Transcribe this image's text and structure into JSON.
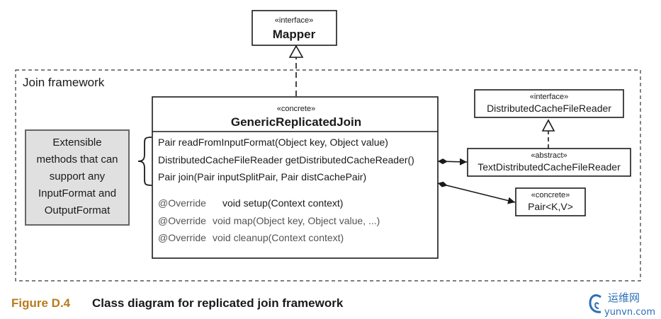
{
  "frame": {
    "label": "Join framework"
  },
  "mapper": {
    "stereotype": "«interface»",
    "name": "Mapper"
  },
  "generic_join": {
    "stereotype": "«concrete»",
    "name": "GenericReplicatedJoin",
    "methods": [
      "Pair readFromInputFormat(Object key, Object value)",
      "DistributedCacheFileReader getDistributedCacheReader()",
      "Pair join(Pair inputSplitPair, Pair distCachePair)"
    ],
    "overrides": [
      {
        "annotation": "@Override",
        "signature": "void setup(Context context)"
      },
      {
        "annotation": "@Override",
        "signature": "void map(Object key, Object value, ...)"
      },
      {
        "annotation": "@Override",
        "signature": "void cleanup(Context context)"
      }
    ]
  },
  "dcfr_interface": {
    "stereotype": "«interface»",
    "name": "DistributedCacheFileReader"
  },
  "dcfr_abstract": {
    "stereotype": "«abstract»",
    "name": "TextDistributedCacheFileReader"
  },
  "pair": {
    "stereotype": "«concrete»",
    "name": "Pair<K,V>"
  },
  "note": {
    "lines": [
      "Extensible",
      "methods that can",
      "support any",
      "InputFormat and",
      "OutputFormat"
    ]
  },
  "caption": {
    "number": "Figure D.4",
    "text": "Class diagram for replicated join framework"
  },
  "watermark": {
    "cn": "运维网",
    "url": "yunvn.com"
  },
  "colors": {
    "caption_number": "#b87b1d",
    "note_fill": "#e0e0e0",
    "watermark": "#2b6fb5"
  }
}
